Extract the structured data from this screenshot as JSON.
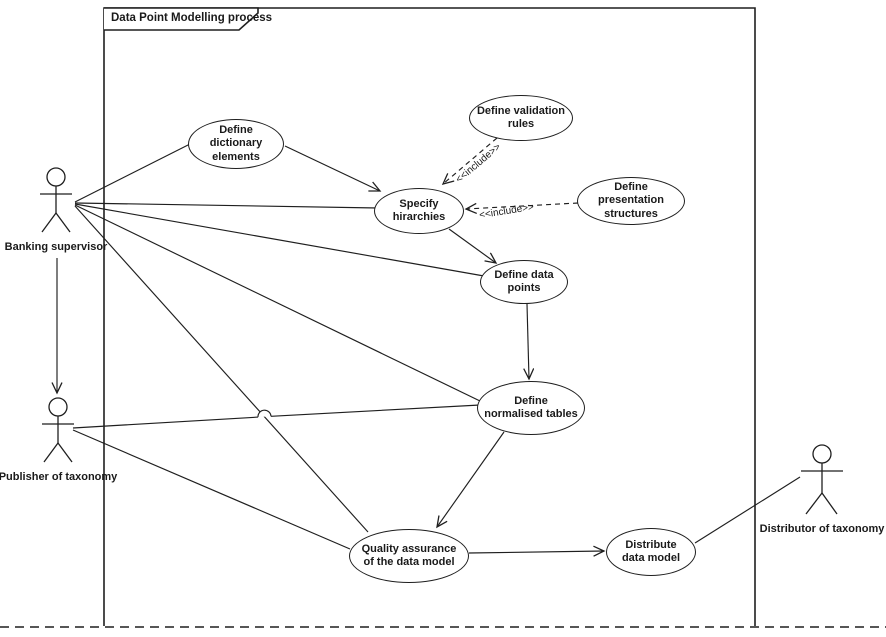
{
  "frame": {
    "title": "Data Point Modelling process"
  },
  "actors": [
    {
      "id": "banking-supervisor",
      "label": "Banking supervisor"
    },
    {
      "id": "publisher-of-taxonomy",
      "label": "Publisher of taxonomy"
    },
    {
      "id": "distributor-of-taxonomy",
      "label": "Distributor of taxonomy"
    }
  ],
  "use_cases": [
    {
      "id": "define-dictionary-elements",
      "label": "Define dictionary elements"
    },
    {
      "id": "define-validation-rules",
      "label": "Define validation rules"
    },
    {
      "id": "specify-hirarchies",
      "label": "Specify hirarchies"
    },
    {
      "id": "define-presentation-structures",
      "label": "Define presentation structures"
    },
    {
      "id": "define-data-points",
      "label": "Define data points"
    },
    {
      "id": "define-normalised-tables",
      "label": "Define normalised tables"
    },
    {
      "id": "quality-assurance-data-model",
      "label": "Quality assurance of the data model"
    },
    {
      "id": "distribute-data-model",
      "label": "Distribute data model"
    }
  ],
  "stereotypes": {
    "include_validation": "<<include>>",
    "include_presentation": "<<include>>"
  },
  "colors": {
    "stroke": "#1a1a1a",
    "background": "#ffffff",
    "text": "#1a1a1a"
  }
}
